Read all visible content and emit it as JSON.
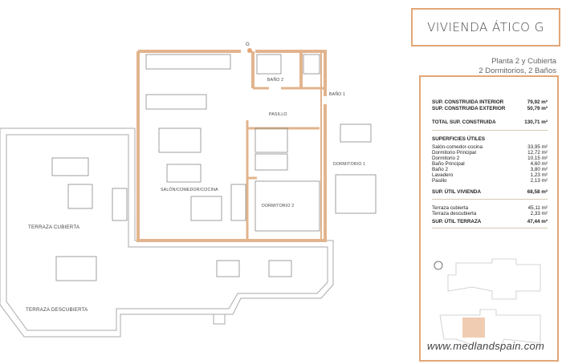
{
  "title": "VIVIENDA ÁTICO G",
  "subtitle": [
    "Planta 2 y Cubierta",
    "2 Dormitorios, 2 Baños"
  ],
  "construida": [
    {
      "label": "SUP. CONSTRUIDA INTERIOR",
      "value": "79,92 m²"
    },
    {
      "label": "SUP. CONSTRUIDA EXTERIOR",
      "value": "50,79 m²"
    },
    {
      "label": "TOTAL SUP. CONSTRUIDA",
      "value": "130,71 m²"
    }
  ],
  "utiles": {
    "heading": "SUPERFICIES ÚTILES",
    "items": [
      {
        "label": "Salón-comedor-cocina",
        "value": "33,95 m²"
      },
      {
        "label": "Dormitorio Principal",
        "value": "12,72 m²"
      },
      {
        "label": "Dormitorio 2",
        "value": "10,15 m²"
      },
      {
        "label": "Baño Principal",
        "value": "4,60 m²"
      },
      {
        "label": "Baño 2",
        "value": "3,80 m²"
      },
      {
        "label": "Lavadero",
        "value": "1,23 m²"
      },
      {
        "label": "Pasillo",
        "value": "2,13 m²"
      }
    ],
    "total": {
      "label": "SUP. ÚTIL VIVIENDA",
      "value": "68,58 m²"
    }
  },
  "terraza": {
    "items": [
      {
        "label": "Terraza cubierta",
        "value": "45,11 m²"
      },
      {
        "label": "Terraza descubierta",
        "value": "2,33 m²"
      }
    ],
    "total": {
      "label": "SUP. ÚTIL TERRAZA",
      "value": "47,44 m²"
    }
  },
  "plan_labels": {
    "entrance": "G",
    "bano2": "BAÑO 2",
    "bano1": "BAÑO 1",
    "pasillo": "PASILLO",
    "salon": "SALÓN/COMEDOR/COCINA",
    "dorm2": "DORMITORIO 2",
    "dorm1": "DORMITORIO 1",
    "terraza_cubierta": "TERRAZA CUBIERTA",
    "terraza_descubierta": "TERRAZA DESCUBIERTA"
  },
  "watermark": "www.medlandspain.com",
  "colors": {
    "accent": "#e2a677",
    "highlight": "#f0cdb2"
  }
}
